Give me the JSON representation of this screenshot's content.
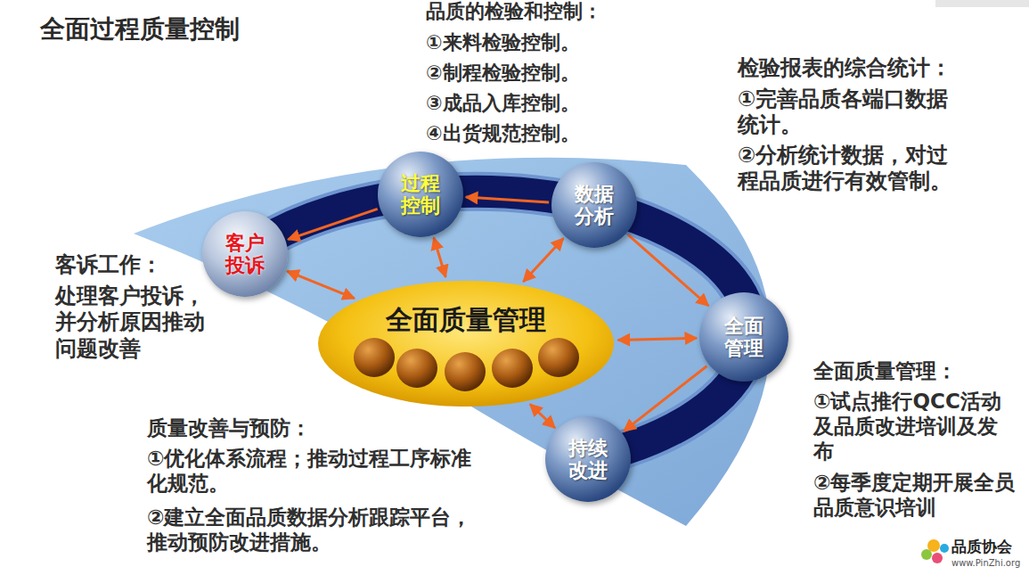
{
  "diagram": {
    "title": "全面过程质量控制",
    "nodes": [
      {
        "text": [
          "过程控制"
        ]
      },
      {
        "text": [
          "数据分析"
        ]
      },
      {
        "text": [
          "客户投诉"
        ]
      },
      {
        "text": [
          "全面质量管理"
        ]
      },
      {
        "text": [
          "全面管理"
        ]
      },
      {
        "text": [
          "持续改进"
        ]
      }
    ],
    "edges": [
      {
        "from": 1,
        "to": 0,
        "arrow": "to"
      },
      {
        "from": 0,
        "to": 2,
        "arrow": "to"
      },
      {
        "from": 1,
        "to": 4,
        "arrow": "to"
      },
      {
        "from": 4,
        "to": 5,
        "arrow": "to"
      },
      {
        "from": 0,
        "to": 3,
        "arrow": "both"
      },
      {
        "from": 1,
        "to": 3,
        "arrow": "both"
      },
      {
        "from": 2,
        "to": 3,
        "arrow": "both"
      },
      {
        "from": 4,
        "to": 3,
        "arrow": "both"
      },
      {
        "from": 5,
        "to": 3,
        "arrow": "both"
      }
    ],
    "labels": [
      "品质的检验和控制：",
      "①来料检验控制。",
      "②制程检验控制。",
      "③成品入库控制。",
      "④出货规范控制。",
      "检验报表的综合统计：",
      "①完善品质各端口数据统计。",
      "②分析统计数据，对过程品质进行有效管制。",
      "客诉工作：",
      "处理客户投诉，并分析原因推动问题改善",
      "质量改善与预防：",
      "①优化体系流程；推动过程工序标准化规范。",
      "②建立全面品质数据分析跟踪平台，推动预防改进措施。",
      "全面质量管理：",
      "①试点推行QCC活动及品质改进培训及发布",
      "②每季度定期开展全员品质意识培训",
      "品质协会",
      "www.PinZhi.org"
    ]
  }
}
